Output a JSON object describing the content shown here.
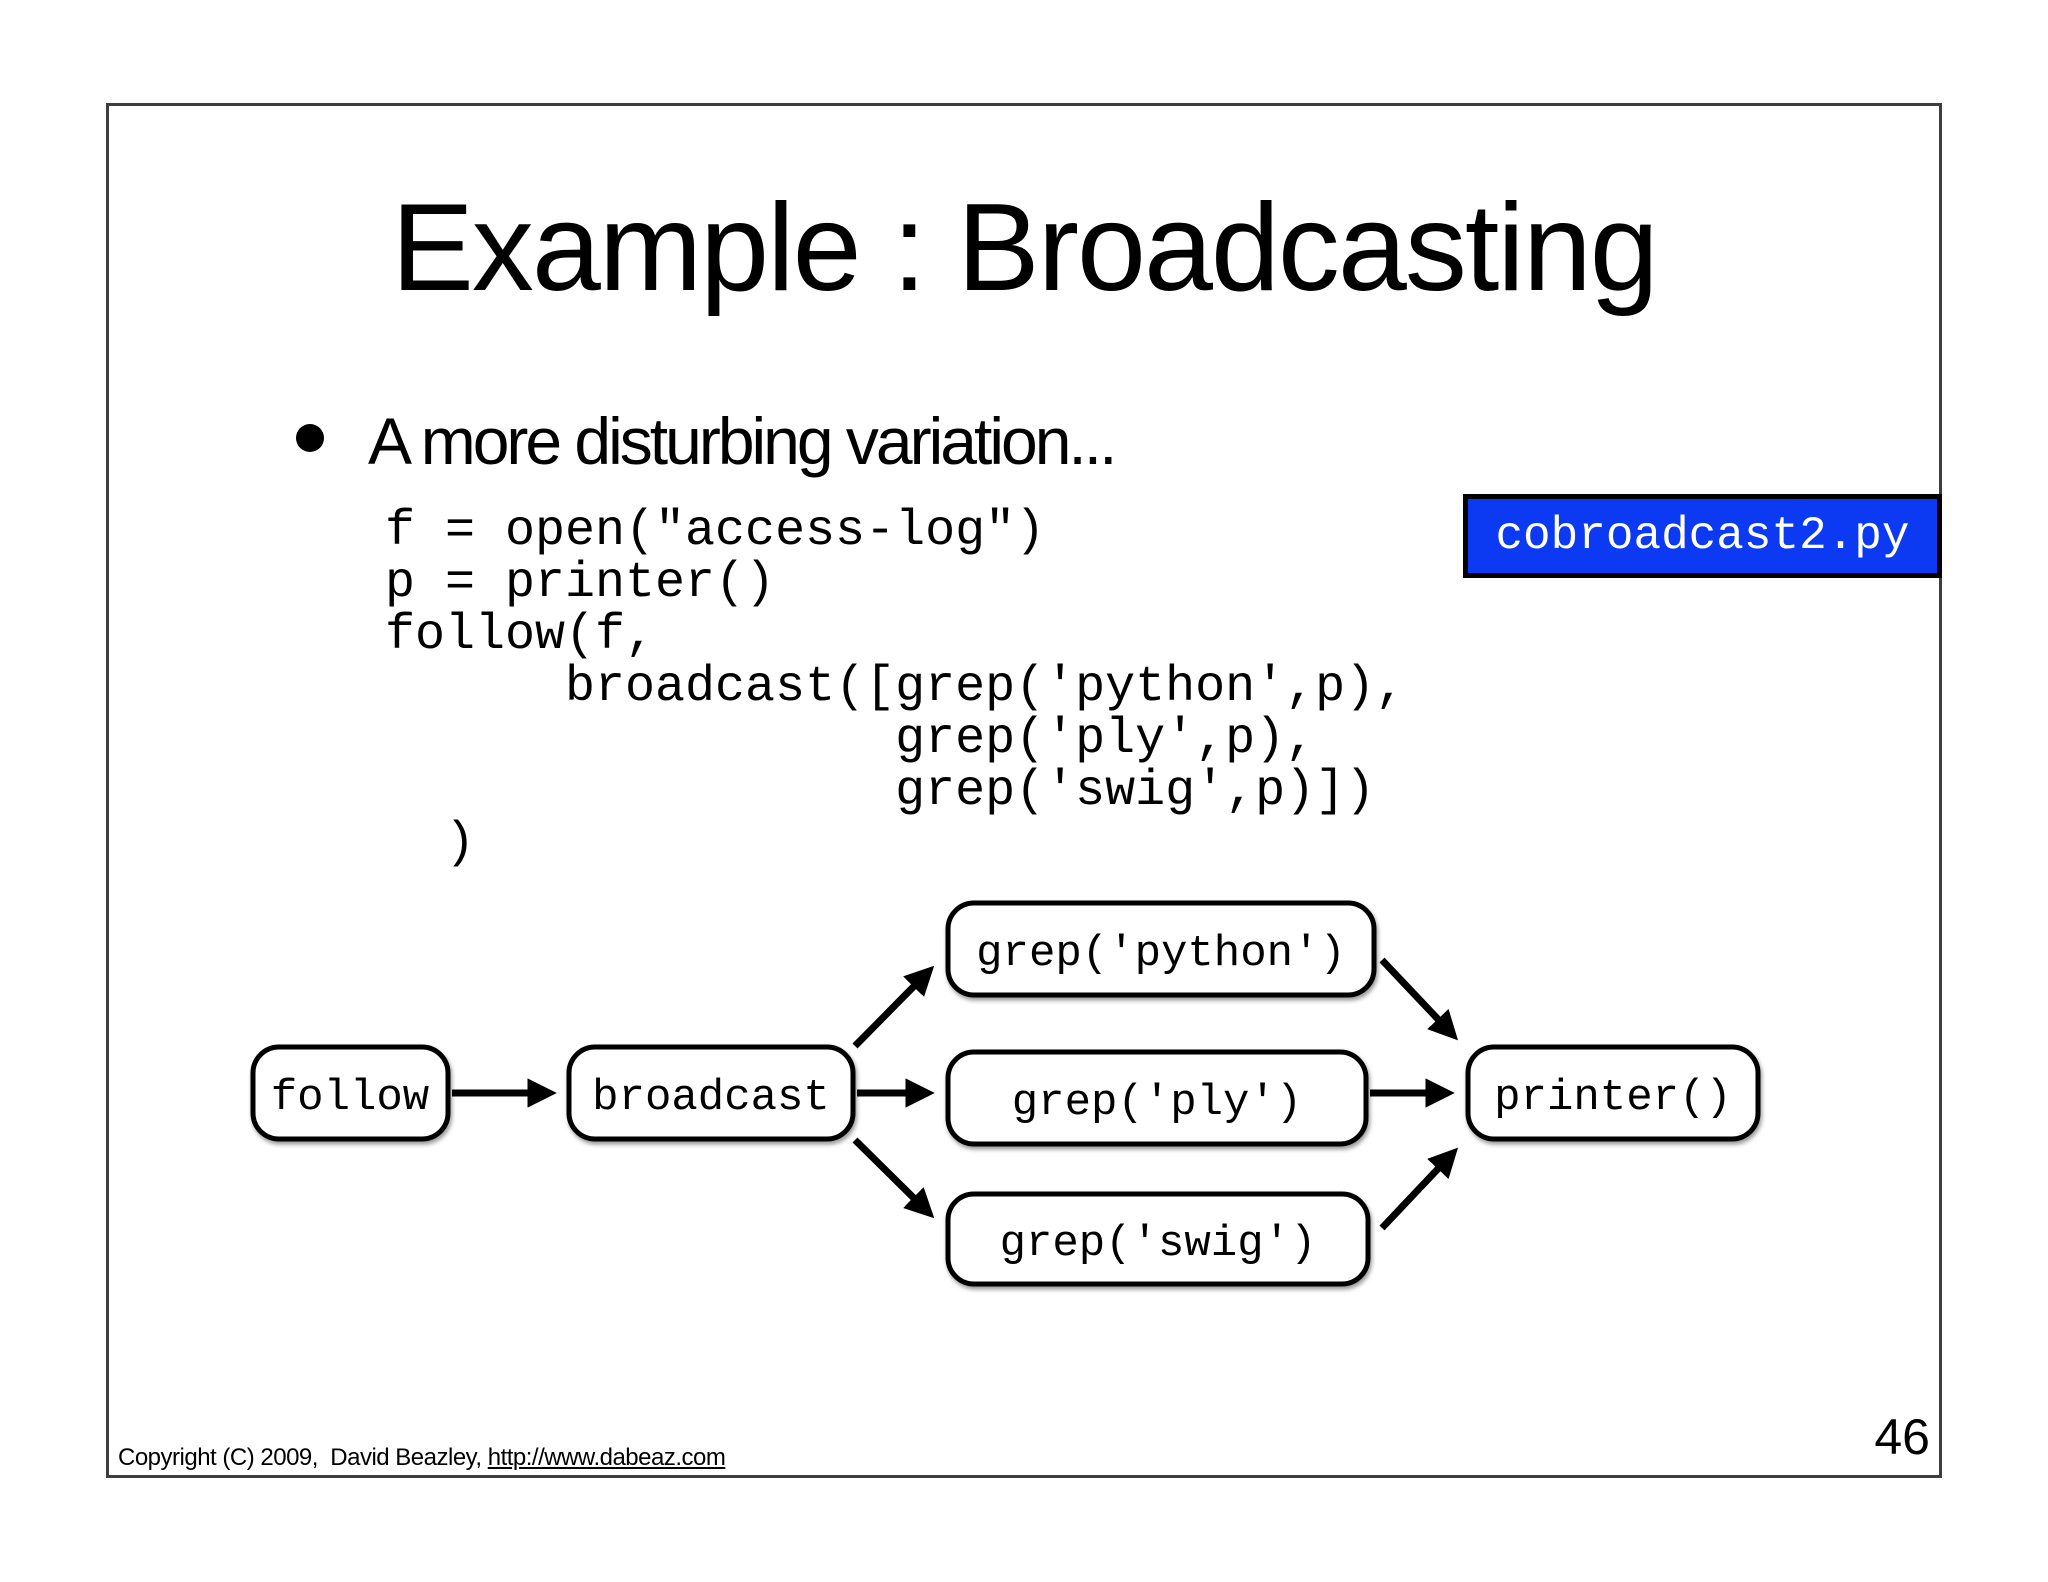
{
  "slide": {
    "title": "Example : Broadcasting",
    "bullet": "A more disturbing variation...",
    "code": "f = open(\"access-log\")\np = printer()\nfollow(f,\n      broadcast([grep('python',p),\n                 grep('ply',p),\n                 grep('swig',p)])\n  )",
    "code_label": "cobroadcast2.py",
    "footer": {
      "copyright_text": "Copyright (C) 2009,  David Beazley, ",
      "link": "http://www.dabeaz.com"
    },
    "page_number": "46",
    "colors": {
      "label_bg": "#0b3af2",
      "label_text": "#ffffff",
      "ink": "#000000",
      "frame_border": "#3e3e3e"
    }
  },
  "diagram": {
    "nodes": [
      {
        "id": "follow",
        "label": "follow"
      },
      {
        "id": "broadcast",
        "label": "broadcast"
      },
      {
        "id": "grep-python",
        "label": "grep('python')"
      },
      {
        "id": "grep-ply",
        "label": "grep('ply')"
      },
      {
        "id": "grep-swig",
        "label": "grep('swig')"
      },
      {
        "id": "printer",
        "label": "printer()"
      }
    ],
    "edges": [
      {
        "from": "follow",
        "to": "broadcast"
      },
      {
        "from": "broadcast",
        "to": "grep-python"
      },
      {
        "from": "broadcast",
        "to": "grep-ply"
      },
      {
        "from": "broadcast",
        "to": "grep-swig"
      },
      {
        "from": "grep-python",
        "to": "printer"
      },
      {
        "from": "grep-ply",
        "to": "printer"
      },
      {
        "from": "grep-swig",
        "to": "printer"
      }
    ]
  }
}
